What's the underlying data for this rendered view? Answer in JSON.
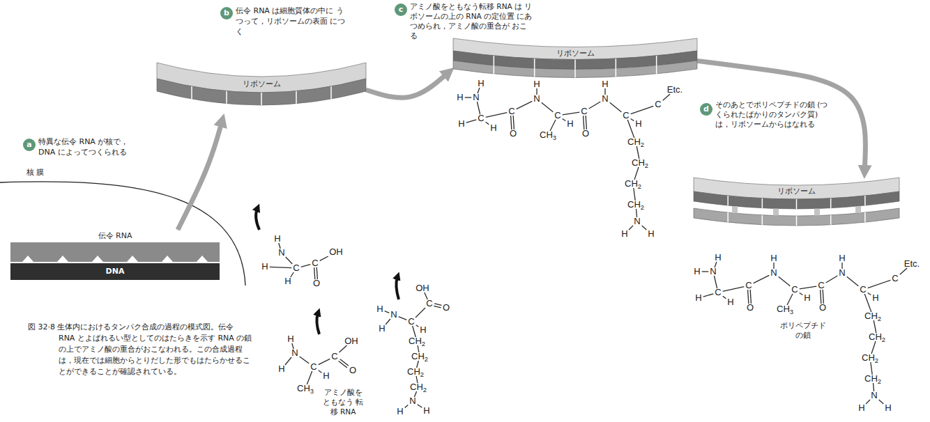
{
  "diagram": {
    "caption": "図 32·8 生体内におけるタンパク合成の過程の模式図。伝令 RNA とよばれるい型としてのはたらきを示す RNA の鎖の上でアミノ酸の重合がおこなわれる。この合成過程は，現在では細胞からとりだした形でもはたらかせることができることが確認されている。",
    "nodes": [
      {
        "text": [
          "伝令 RNA"
        ]
      },
      {
        "text": [
          "DNA"
        ]
      },
      {
        "text": [
          "リボソーム"
        ]
      },
      {
        "text": [
          "リボソーム"
        ]
      },
      {
        "text": [
          "リボソーム"
        ]
      }
    ],
    "edges": [
      {
        "from": 0,
        "to": 2,
        "arrow": "to"
      },
      {
        "from": 2,
        "to": 3,
        "arrow": "to"
      },
      {
        "from": 3,
        "to": 4,
        "arrow": "to"
      }
    ],
    "labels": [
      "a",
      "特異な伝令 RNA が核で， DNA によってつくられる",
      "核 膜",
      "b",
      "伝令 RNA は細胞質体の中に うつって，リボソームの表面 につく",
      "c",
      "アミノ酸をともなう転移 RNA は リボソームの上の RNA の定位置 にあつめられ，アミノ酸の重合が おこる",
      "d",
      "そのあとでポリペプチドの鎖 (つくられたばかりのタンパク質) は，リボソームからはなれる",
      "アミノ酸を ともなう 転移 RNA",
      "ポリペプチド の鎖",
      "H",
      "N",
      "H",
      "C",
      "H",
      "C",
      "OH",
      "O",
      "H",
      "N",
      "H",
      "C",
      "H",
      "CH3",
      "C",
      "OH",
      "O",
      "H",
      "N",
      "H",
      "C",
      "H",
      "C",
      "OH",
      "O",
      "CH2",
      "CH2",
      "CH2",
      "CH2",
      "N",
      "H",
      "H",
      "H",
      "N",
      "H",
      "H",
      "C",
      "H",
      "C",
      "O",
      "N",
      "H",
      "C",
      "CH3",
      "H",
      "C",
      "O",
      "N",
      "H",
      "C",
      "H",
      "C",
      "Etc.",
      "CH2",
      "CH2",
      "CH2",
      "CH2",
      "N",
      "H",
      "H",
      "H",
      "N",
      "H",
      "H",
      "C",
      "H",
      "C",
      "O",
      "N",
      "H",
      "C",
      "CH3",
      "H",
      "C",
      "O",
      "N",
      "H",
      "C",
      "H",
      "C",
      "Etc.",
      "CH2",
      "CH2",
      "CH2",
      "CH2",
      "N",
      "H",
      "H"
    ]
  }
}
